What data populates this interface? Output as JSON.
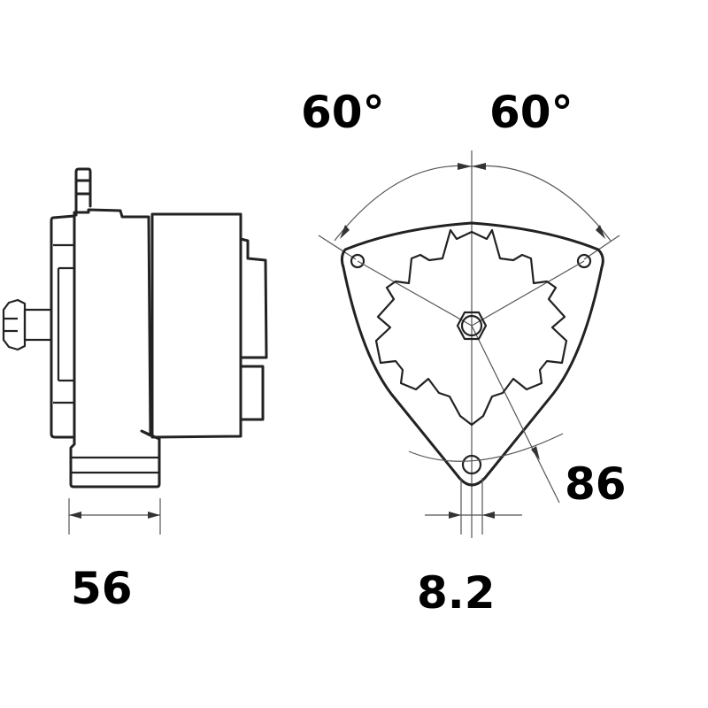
{
  "drawing": {
    "subject": "Alternator dimension drawing",
    "views": [
      "side-view",
      "front-view"
    ]
  },
  "dimensions": {
    "angle_left": "60°",
    "angle_right": "60°",
    "radius": "86",
    "length": "56",
    "hole_offset": "8.2"
  },
  "colors": {
    "line": "#222222",
    "background": "#ffffff"
  }
}
